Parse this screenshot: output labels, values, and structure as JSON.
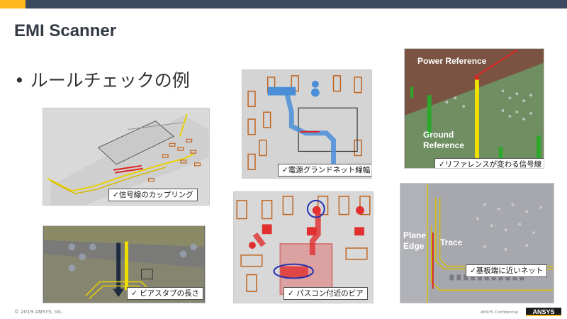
{
  "slide": {
    "title": "EMI Scanner",
    "bullet": "• ルールチェックの例",
    "footer": "© 2019 ANSYS, Inc.",
    "confidential": "ANSYS Confidential",
    "logo_text": "ANSYS",
    "colors": {
      "header_bar": "#3b4a5e",
      "header_accent": "#ffb71b"
    }
  },
  "images": {
    "coupling": {
      "caption": "✓信号線のカップリング"
    },
    "via_stub": {
      "caption": "✓ ビアスタブの長さ"
    },
    "power_ground": {
      "caption": "✓電源グランドネット線幅"
    },
    "bypass_cap": {
      "caption": "✓ パスコン付近のビア"
    },
    "reference": {
      "caption": "✓リファレンスが変わる信号線",
      "label_power": "Power Reference",
      "label_ground": "Ground Reference"
    },
    "edge": {
      "caption": "✓基板端に近いネット",
      "label_plane": "Plane Edge",
      "label_trace": "Trace"
    }
  }
}
